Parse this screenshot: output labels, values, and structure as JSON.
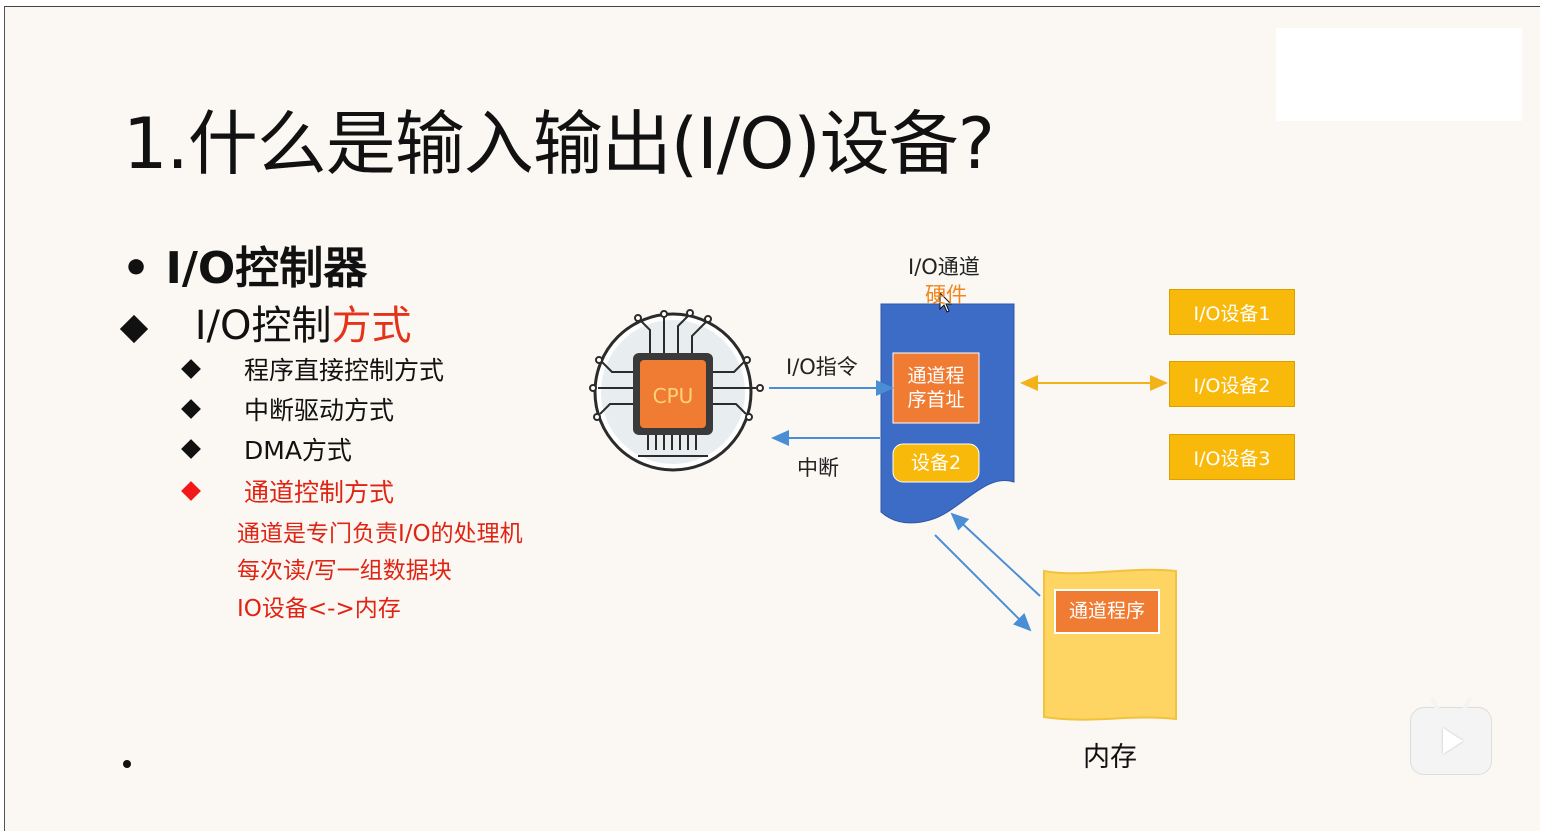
{
  "slide": {
    "title": "1.什么是输入输出(I/O)设备?",
    "heading": "I/O控制器",
    "subheading_prefix": "I/O控制",
    "subheading_highlight": "方式",
    "methods": [
      "程序直接控制方式",
      "中断驱动方式",
      "DMA方式",
      "通道控制方式"
    ],
    "notes": [
      "通道是专门负责I/O的处理机",
      "每次读/写一组数据块",
      "IO设备<->内存"
    ]
  },
  "diagram": {
    "cpu_label": "CPU",
    "channel_label": "I/O通道",
    "channel_sublabel": "硬件",
    "io_instruction": "I/O指令",
    "interrupt": "中断",
    "channel_program_addr": "通道程序首址",
    "device_box": "设备2",
    "devices": [
      "I/O设备1",
      "I/O设备2",
      "I/O设备3"
    ],
    "memory_program": "通道程序",
    "memory_label": "内存"
  },
  "colors": {
    "channel_blue": "#3d6cc6",
    "box_orange": "#f07b32",
    "device_yellow": "#f8b90a",
    "memory_yellow": "#fed562",
    "highlight_red": "#e02414"
  }
}
